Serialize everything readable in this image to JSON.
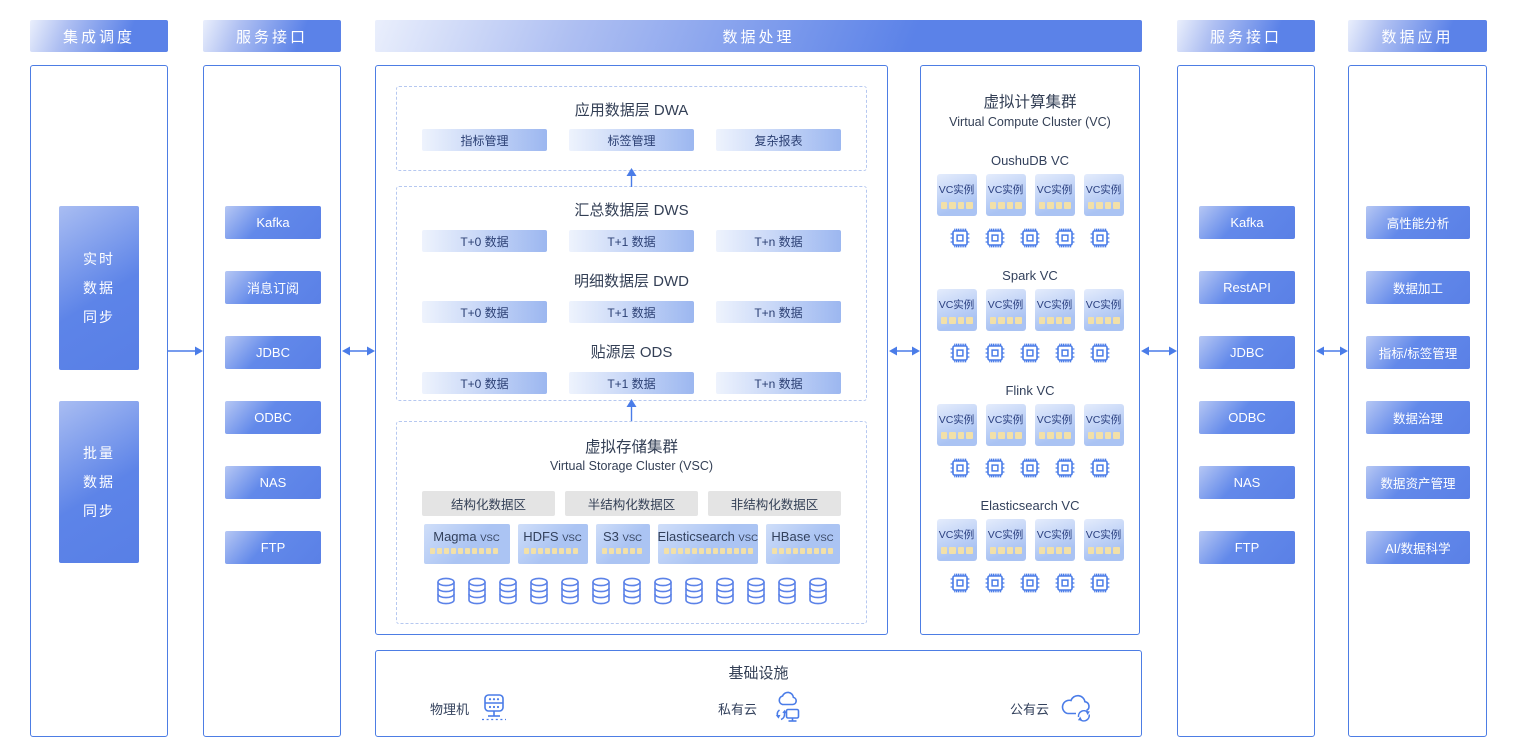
{
  "palette": {
    "accent_border": "#4d7de4",
    "arrow_color": "#4a7ce8",
    "header_gradient": [
      "#eaeffc",
      "#5b82e8"
    ],
    "pill_gradient": [
      "#b6c7f4",
      "#5a80e6"
    ],
    "lite_gradient": [
      "#eef3fd",
      "#9cb7f0"
    ],
    "zone_bg": "#e4e4e4",
    "segment_color": "#f2e0a8",
    "title_text": "#333f55",
    "lite_text": "#2b3f73"
  },
  "headers": {
    "integration": "集成调度",
    "service_left": "服务接口",
    "processing": "数据处理",
    "service_right": "服务接口",
    "application": "数据应用"
  },
  "integration": {
    "items": [
      {
        "name": "realtime-data-sync",
        "lines": [
          "实时",
          "数据",
          "同步"
        ]
      },
      {
        "name": "batch-data-sync",
        "lines": [
          "批量",
          "数据",
          "同步"
        ]
      }
    ]
  },
  "service_left": {
    "items": [
      "Kafka",
      "消息订阅",
      "JDBC",
      "ODBC",
      "NAS",
      "FTP"
    ]
  },
  "service_right": {
    "items": [
      "Kafka",
      "RestAPI",
      "JDBC",
      "ODBC",
      "NAS",
      "FTP"
    ]
  },
  "application": {
    "items": [
      "高性能分析",
      "数据加工",
      "指标/标签管理",
      "数据治理",
      "数据资产管理",
      "AI/数据科学"
    ]
  },
  "processing": {
    "dwa": {
      "title": "应用数据层  DWA",
      "items": [
        "指标管理",
        "标签管理",
        "复杂报表"
      ]
    },
    "layers": [
      {
        "title": "汇总数据层 DWS",
        "items": [
          "T+0 数据",
          "T+1 数据",
          "T+n 数据"
        ]
      },
      {
        "title": "明细数据层 DWD",
        "items": [
          "T+0 数据",
          "T+1 数据",
          "T+n 数据"
        ]
      },
      {
        "title": "贴源层 ODS",
        "items": [
          "T+0 数据",
          "T+1 数据",
          "T+n 数据"
        ]
      }
    ],
    "vsc": {
      "title": "虚拟存储集群",
      "subtitle": "Virtual  Storage Cluster (VSC)",
      "zones": [
        "结构化数据区",
        "半结构化数据区",
        "非结构化数据区"
      ],
      "clusters": [
        {
          "name": "Magma",
          "tag": "VSC",
          "segments": 10,
          "width": 86
        },
        {
          "name": "HDFS",
          "tag": "VSC",
          "segments": 8,
          "width": 70
        },
        {
          "name": "S3",
          "tag": "VSC",
          "segments": 6,
          "width": 54
        },
        {
          "name": "Elasticsearch",
          "tag": "VSC",
          "segments": 13,
          "width": 100
        },
        {
          "name": "HBase",
          "tag": "VSC",
          "segments": 9,
          "width": 74
        }
      ],
      "database_icons": 13
    }
  },
  "compute": {
    "title": "虚拟计算集群",
    "subtitle": "Virtual  Compute Cluster (VC)",
    "instance_label": "VC实例",
    "instance_segments": 4,
    "groups": [
      {
        "name": "OushuDB VC",
        "instances": 4,
        "cpus": 5
      },
      {
        "name": "Spark VC",
        "instances": 4,
        "cpus": 5
      },
      {
        "name": "Flink VC",
        "instances": 4,
        "cpus": 5
      },
      {
        "name": "Elasticsearch VC",
        "instances": 4,
        "cpus": 5
      }
    ]
  },
  "infrastructure": {
    "title": "基础设施",
    "items": [
      {
        "label": "物理机",
        "icon": "server-icon"
      },
      {
        "label": "私有云",
        "icon": "private-cloud-icon"
      },
      {
        "label": "公有云",
        "icon": "public-cloud-icon"
      }
    ]
  },
  "connections": [
    {
      "from": "integration",
      "to": "service-interface-left",
      "style": "arrow-right"
    },
    {
      "from": "service-interface-left",
      "to": "data-processing",
      "style": "arrow-both"
    },
    {
      "from": "data-processing",
      "to": "virtual-compute-cluster",
      "style": "arrow-both"
    },
    {
      "from": "virtual-compute-cluster",
      "to": "service-interface-right",
      "style": "arrow-both"
    },
    {
      "from": "service-interface-right",
      "to": "data-application",
      "style": "arrow-both"
    },
    {
      "from": "dws-layer",
      "to": "dwa-layer",
      "style": "arrow-up"
    },
    {
      "from": "virtual-storage-cluster",
      "to": "ods-layer",
      "style": "arrow-up"
    }
  ]
}
